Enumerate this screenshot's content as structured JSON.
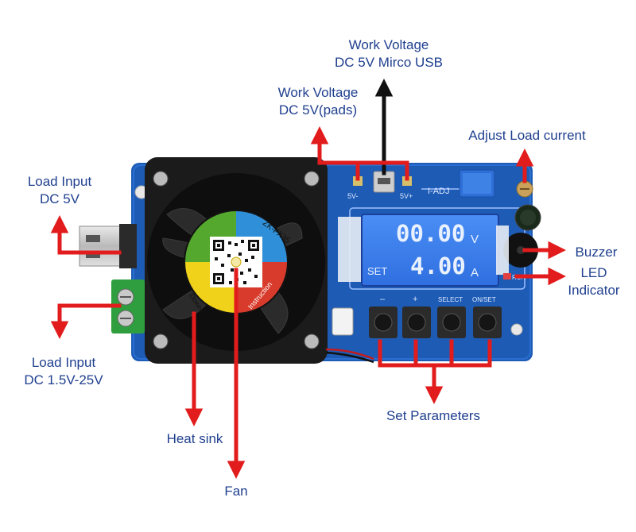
{
  "labels": {
    "work_voltage_usb": [
      "Work Voltage",
      "DC 5V Mirco USB"
    ],
    "work_voltage_pads": [
      "Work Voltage",
      "DC 5V(pads)"
    ],
    "adjust_load_current": [
      "Adjust Load current"
    ],
    "load_input_usb": [
      "Load Input",
      "DC 5V"
    ],
    "buzzer": [
      "Buzzer"
    ],
    "led_indicator": [
      "LED",
      "Indicator"
    ],
    "load_input_terminal": [
      "Load Input",
      "DC 1.5V-25V"
    ],
    "set_parameters": [
      "Set Parameters"
    ],
    "heat_sink": [
      "Heat sink"
    ],
    "fan": [
      "Fan"
    ]
  },
  "board": {
    "model": "ZK-FX35",
    "qr_left_text": "Download",
    "qr_right_text": "Instruction",
    "pad_minus": "5V-",
    "pad_plus": "5V+",
    "adj_label": "I-ADJ",
    "button_labels": [
      "–",
      "+",
      "SELECT",
      "ON/SET"
    ],
    "led_label": "RUN"
  },
  "display": {
    "voltage": "00.00",
    "voltage_unit": "V",
    "current": "4.00",
    "current_unit": "A",
    "mode": "SET"
  },
  "colors": {
    "label_text": "#1f3f8f",
    "arrow_red": "#e21c1c",
    "arrow_black": "#111111",
    "pcb_blue": "#1d5bb5",
    "lcd_blue": "#3a7ff0",
    "fan_black": "#1b1b1b",
    "qr_blue": "#2f8fd8",
    "qr_red": "#d83b2b",
    "qr_yellow": "#f0d21a",
    "qr_green": "#55a82e"
  }
}
